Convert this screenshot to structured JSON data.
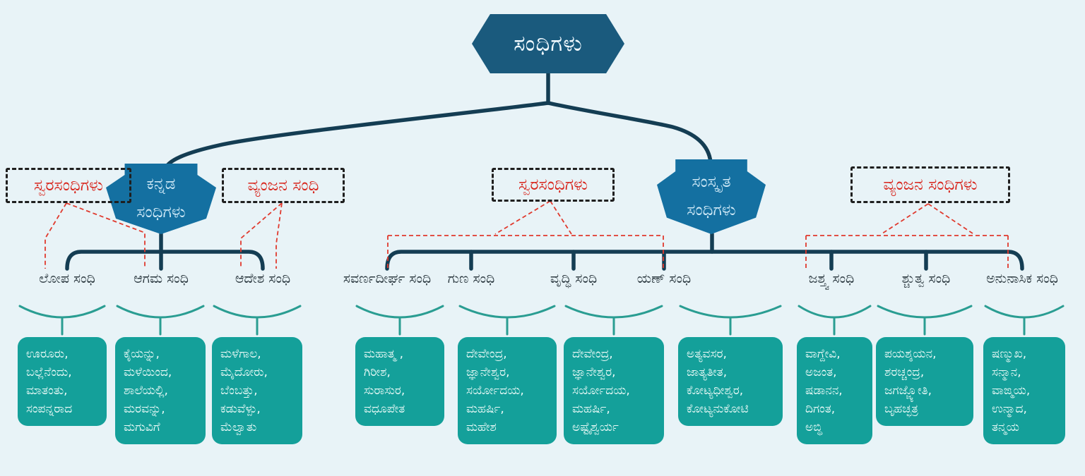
{
  "title": "ಸಂಧಿಗಳು",
  "colors": {
    "background": "#e8f3f7",
    "root_node": "#1a5a7d",
    "branch_node": "#1470a1",
    "node_text": "#f0f9ff",
    "branch_node_text": "#cfe9f7",
    "tree_line": "#143d53",
    "tag_text": "#d8231a",
    "tag_border": "#1f1f1f",
    "dashed_line": "#e03a2e",
    "brace": "#2a9d92",
    "example_bg": "#14a09a",
    "example_text": "#eafaf7",
    "leaf_text": "#2e3b42"
  },
  "root": {
    "label": "ಸಂಧಿಗಳು"
  },
  "branches": [
    {
      "line1": "ಕನ್ನಡ",
      "line2": "ಸಂಧಿಗಳು"
    },
    {
      "line1": "ಸಂಸ್ಕೃತ",
      "line2": "ಸಂಧಿಗಳು"
    }
  ],
  "category_tags": [
    {
      "label": "ಸ್ವರಸಂಧಿಗಳು"
    },
    {
      "label": "ವ್ಯಂಜನ ಸಂಧಿ"
    },
    {
      "label": "ಸ್ವರಸಂಧಿಗಳು"
    },
    {
      "label": "ವ್ಯಂಜನ ಸಂಧಿಗಳು"
    }
  ],
  "sandhi_types": [
    {
      "name": "ಲೋಪ ಸಂಧಿ",
      "examples": [
        "ಊರೂರು",
        "ಬಲ್ಲೆನೆಂದು",
        "ಮಾತಂತು",
        "ಸಂಪನ್ನರಾದ"
      ]
    },
    {
      "name": "ಆಗಮ ಸಂಧಿ",
      "examples": [
        "ಕೈಯನ್ನು",
        "ಮಳೆಯಿಂದ",
        "ಶಾಲೆಯಲ್ಲಿ",
        "ಮರವನ್ನು",
        "ಮಗುವಿಗೆ"
      ]
    },
    {
      "name": "ಆದೇಶ ಸಂಧಿ",
      "examples": [
        "ಮಳೆಗಾಲ",
        "ಮೈದೋರು",
        "ಬೆಂಬತ್ತು",
        "ಕಡುವೆಳ್ಪು",
        "ಮೆಲ್ವಾತು"
      ]
    },
    {
      "name": "ಸವರ್ಣದೀರ್ಘ ಸಂಧಿ",
      "examples": [
        "ಮಹಾತ್ಮ ",
        "ಗಿರೀಶ",
        "ಸುರಾಸುರ",
        "ವಧೂಪೇತ"
      ]
    },
    {
      "name": "ಗುಣ ಸಂಧಿ",
      "examples": [
        "ದೇವೇಂದ್ರ",
        "ಜ್ಞಾನೇಶ್ವರ",
        "ಸರ್ಯೋದಯ",
        "ಮಹರ್ಷಿ",
        "ಮಹೇಶ"
      ]
    },
    {
      "name": "ವೃದ್ಧಿ ಸಂಧಿ",
      "examples": [
        "ದೇವೇಂದ್ರ",
        "ಜ್ಞಾನೇಶ್ವರ",
        "ಸರ್ಯೋದಯ",
        "ಮಹರ್ಷಿ",
        "ಅಷ್ಟೈಶ್ವರ್ಯ"
      ]
    },
    {
      "name": "ಯಣ್ ಸಂಧಿ",
      "examples": [
        "ಅತ್ಯವಸರ",
        "ಜಾತ್ಯತೀತ",
        "ಕೋಟ್ಯಧೀಶ್ವರ",
        "ಕೋಟ್ಯನುಕೋಟಿ"
      ]
    },
    {
      "name": "ಜಶ್ತ್ವ ಸಂಧಿ",
      "examples": [
        "ವಾಗ್ದೇವಿ",
        "ಅಜಂತ",
        "ಷಡಾನನ",
        "ದಿಗಂತ",
        "ಅಬ್ಧಿ"
      ]
    },
    {
      "name": "ಶ್ಚುತ್ವ ಸಂಧಿ",
      "examples": [
        "ಪಯಶ್ಶಯನ",
        "ಶರಚ್ಚಂದ್ರ",
        "ಜಗಜ್ಜ್ಯೋತಿ",
        "ಬೃಹಚ್ಛತ್ರ"
      ]
    },
    {
      "name": "ಅನುನಾಸಿಕ ಸಂಧಿ",
      "examples": [
        "ಷಣ್ಮುಖ",
        "ಸನ್ಮಾನ",
        "ವಾಙ್ಮಯ",
        "ಉನ್ಮಾದ",
        "ತನ್ಮಯ"
      ]
    }
  ]
}
